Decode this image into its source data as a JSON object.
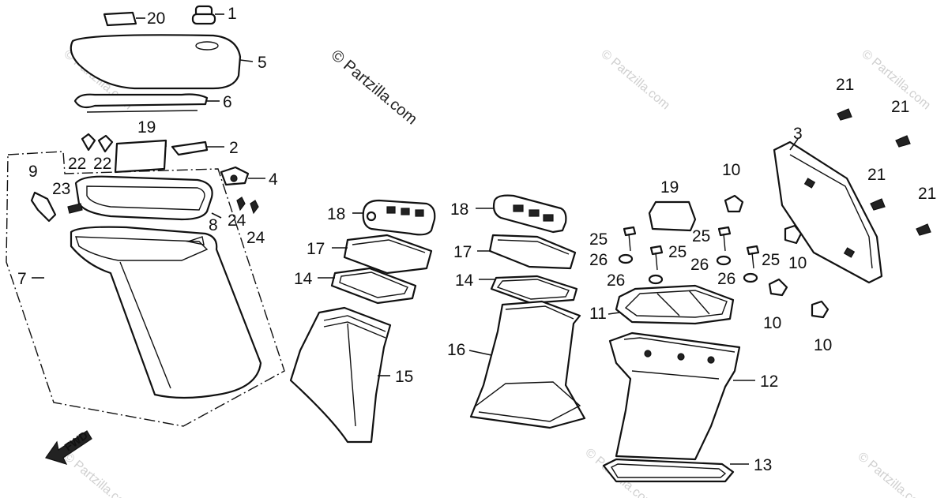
{
  "watermark": "© Partzilla.com",
  "fwd_label": "FWD",
  "labels": {
    "p1": "1",
    "p2": "2",
    "p3": "3",
    "p4": "4",
    "p5": "5",
    "p6": "6",
    "p7": "7",
    "p8": "8",
    "p9": "9",
    "p10a": "10",
    "p10b": "10",
    "p10c": "10",
    "p10d": "10",
    "p11": "11",
    "p12": "12",
    "p13": "13",
    "p14a": "14",
    "p14b": "14",
    "p15": "15",
    "p16": "16",
    "p17a": "17",
    "p17b": "17",
    "p18a": "18",
    "p18b": "18",
    "p19a": "19",
    "p19b": "19",
    "p20": "20",
    "p21a": "21",
    "p21b": "21",
    "p21c": "21",
    "p21d": "21",
    "p22a": "22",
    "p22b": "22",
    "p23": "23",
    "p24a": "24",
    "p24b": "24",
    "p25a": "25",
    "p25b": "25",
    "p25c": "25",
    "p25d": "25",
    "p26a": "26",
    "p26b": "26",
    "p26c": "26",
    "p26d": "26"
  }
}
